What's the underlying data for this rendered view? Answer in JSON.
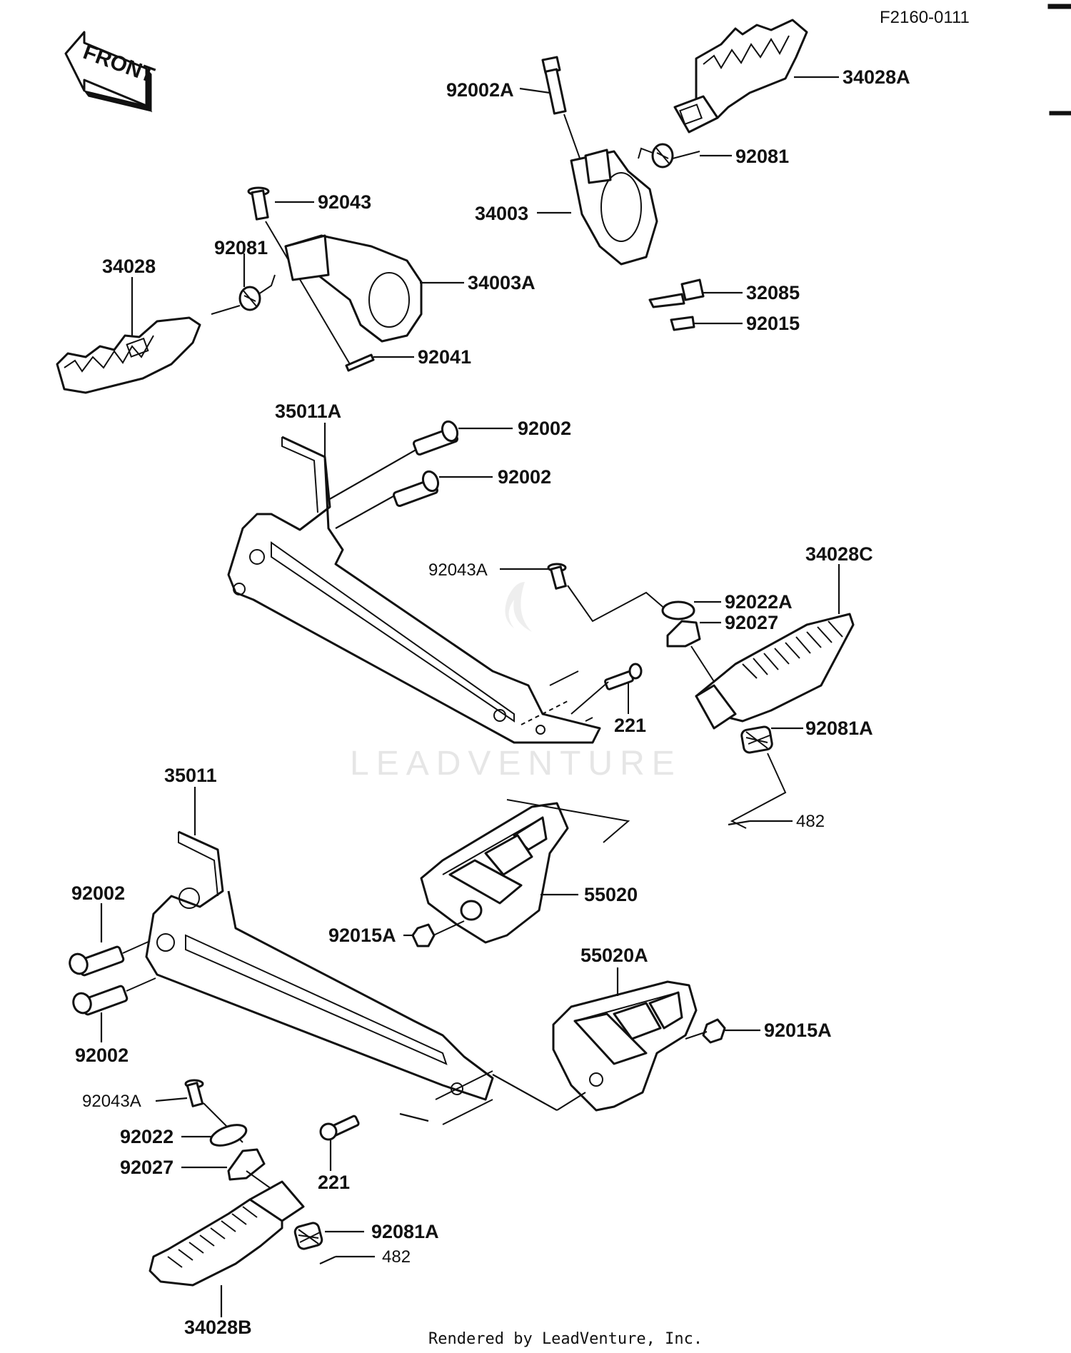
{
  "diagram_code": "F2160-0111",
  "front_label": "FRONT",
  "watermark": "LEADVENTURE",
  "footer": "Rendered by LeadVenture, Inc.",
  "parts": {
    "p_92002A": "92002A",
    "p_34028A": "34028A",
    "p_92081_top": "92081",
    "p_34003": "34003",
    "p_32085": "32085",
    "p_92015": "92015",
    "p_92043": "92043",
    "p_92081_left": "92081",
    "p_34028": "34028",
    "p_34003A": "34003A",
    "p_92041": "92041",
    "p_35011A": "35011A",
    "p_92002_a": "92002",
    "p_92002_b": "92002",
    "p_92043A_mid": "92043A",
    "p_34028C": "34028C",
    "p_92022A": "92022A",
    "p_92027_mid": "92027",
    "p_221_mid": "221",
    "p_92081A_mid": "92081A",
    "p_482_mid": "482",
    "p_35011": "35011",
    "p_55020": "55020",
    "p_92015A_a": "92015A",
    "p_92002_c": "92002",
    "p_92002_d": "92002",
    "p_55020A": "55020A",
    "p_92015A_b": "92015A",
    "p_92043A_low": "92043A",
    "p_92022": "92022",
    "p_92027_low": "92027",
    "p_221_low": "221",
    "p_92081A_low": "92081A",
    "p_482_low": "482",
    "p_34028B": "34028B"
  }
}
